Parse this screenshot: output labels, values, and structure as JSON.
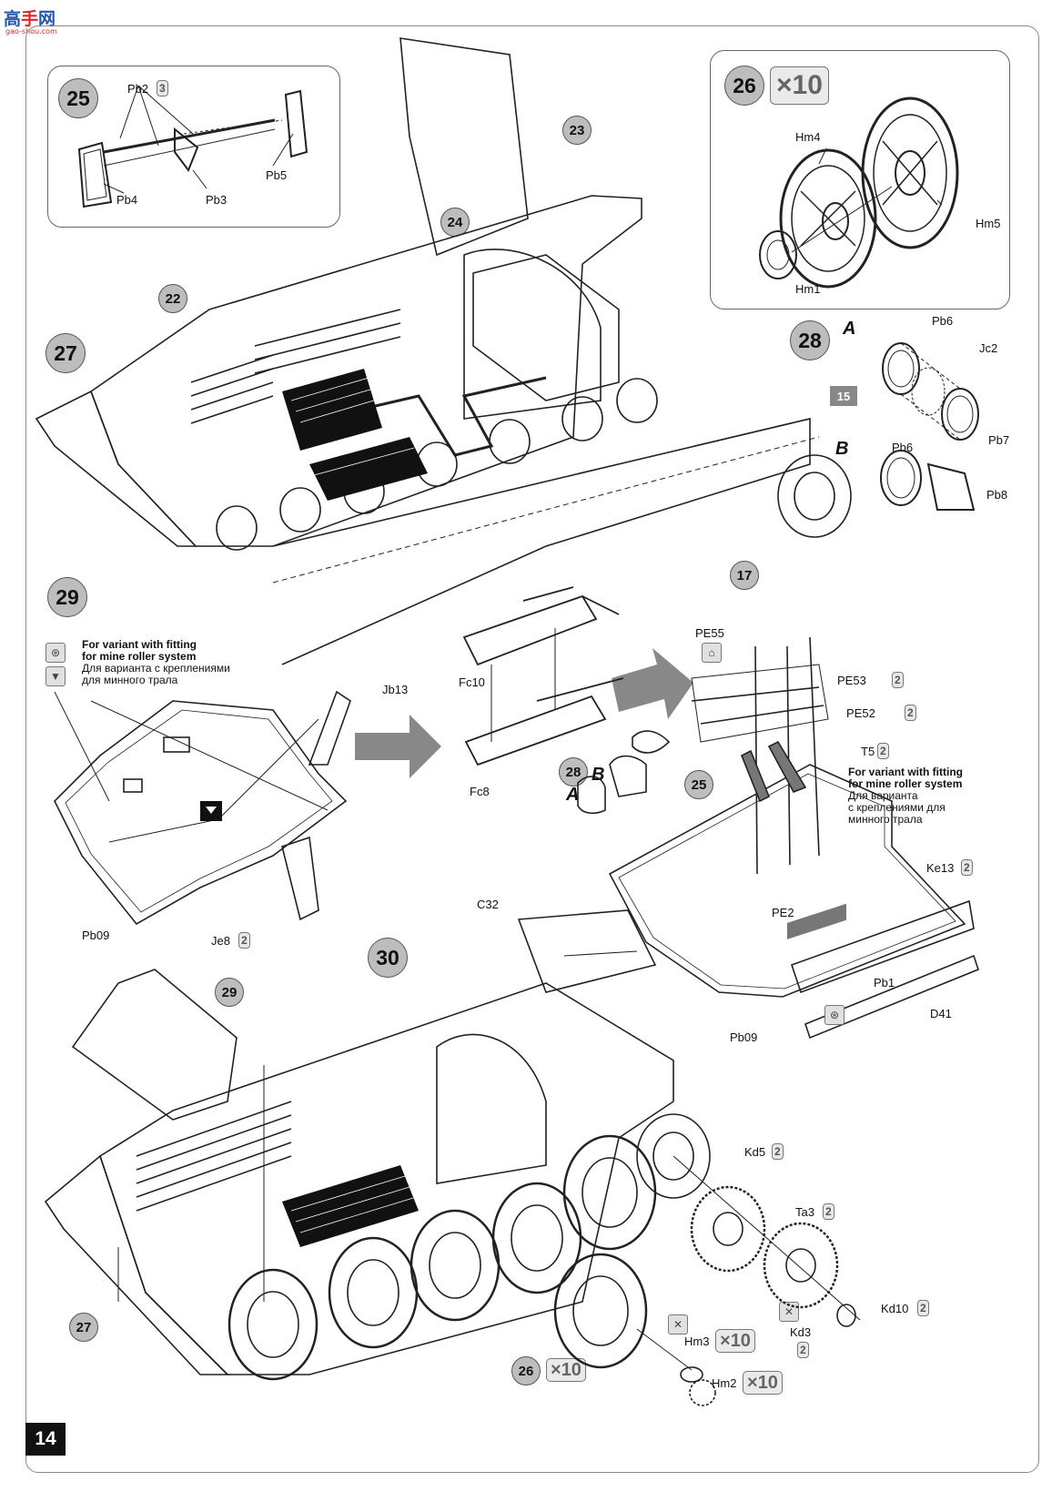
{
  "watermark": {
    "brand_a": "高",
    "brand_b": "手",
    "brand_c": "网",
    "url": "gao-shou.com"
  },
  "page_number": "14",
  "steps": {
    "s22": "22",
    "s23": "23",
    "s24": "24",
    "s25": "25",
    "s26": "26",
    "s27": "27",
    "s28": "28",
    "s29": "29",
    "s30": "30",
    "s17": "17"
  },
  "step25": {
    "parts": [
      "Pb2",
      "Pb3",
      "Pb4",
      "Pb5"
    ],
    "qty_pb2": "3"
  },
  "step26": {
    "qty": "10",
    "parts": [
      "Hm4",
      "Hm5",
      "Hm1"
    ]
  },
  "step28": {
    "variant_a": "A",
    "variant_b": "B",
    "tag": "15",
    "parts_a": [
      "Pb6",
      "Jc2",
      "Pb7"
    ],
    "parts_b": [
      "Pb6",
      "Pb8"
    ]
  },
  "step29": {
    "note_en_1": "For variant  with fitting",
    "note_en_2": "for mine roller system",
    "note_ru_1": "Для варианта  с  креплениями",
    "note_ru_2": "для минного трала",
    "parts": {
      "jb13": "Jb13",
      "pb09": "Pb09",
      "je8": "Je8",
      "je8_qty": "2",
      "fc10": "Fc10",
      "fc8": "Fc8"
    }
  },
  "assembly": {
    "pe55": "PE55",
    "pe53": "PE53",
    "pe53_qty": "2",
    "pe52": "PE52",
    "pe52_qty": "2",
    "t5": "T5",
    "t5_qty": "2",
    "ke13": "Ke13",
    "ke13_qty": "2",
    "pe2": "PE2",
    "pb1": "Pb1",
    "d41": "D41",
    "pb09": "Pb09",
    "ref28": "28",
    "ref25": "25",
    "var_a": "A",
    "var_b": "B",
    "note_en_1": "For variant  with fitting",
    "note_en_2": "for mine roller system",
    "note_ru_1": "Для варианта",
    "note_ru_2": "с креплениями для",
    "note_ru_3": "минного трала"
  },
  "step30": {
    "c32": "C32",
    "ref29": "29",
    "ref27": "27",
    "ref26": "26",
    "ref26_qty": "10",
    "kd5": "Kd5",
    "kd5_qty": "2",
    "ta3": "Ta3",
    "ta3_qty": "2",
    "kd10": "Kd10",
    "kd10_qty": "2",
    "kd3": "Kd3",
    "kd3_qty": "2",
    "hm3": "Hm3",
    "hm3_qty": "10",
    "hm2": "Hm2",
    "hm2_qty": "10"
  }
}
